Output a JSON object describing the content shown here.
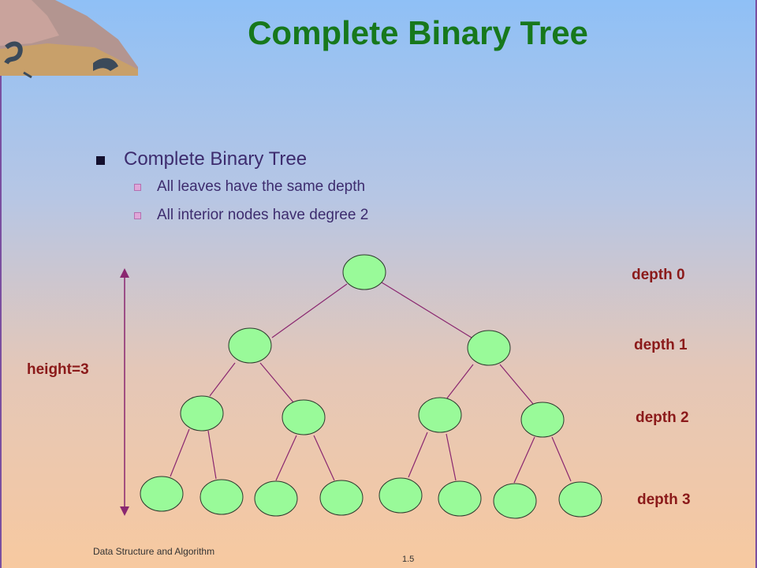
{
  "slide": {
    "title": "Complete Binary Tree",
    "bullets": [
      {
        "text": "Complete Binary Tree",
        "sub": [
          "All leaves have the same depth",
          "All interior nodes have degree 2"
        ]
      }
    ]
  },
  "diagram": {
    "depth_labels": [
      "depth 0",
      "depth 1",
      "depth 2",
      "depth 3"
    ],
    "height_label": "height=3",
    "node_color": "#99fa99",
    "edge_color": "#8a2770"
  },
  "footer": {
    "course": "Data Structure and Algorithm",
    "page": "1.5"
  }
}
